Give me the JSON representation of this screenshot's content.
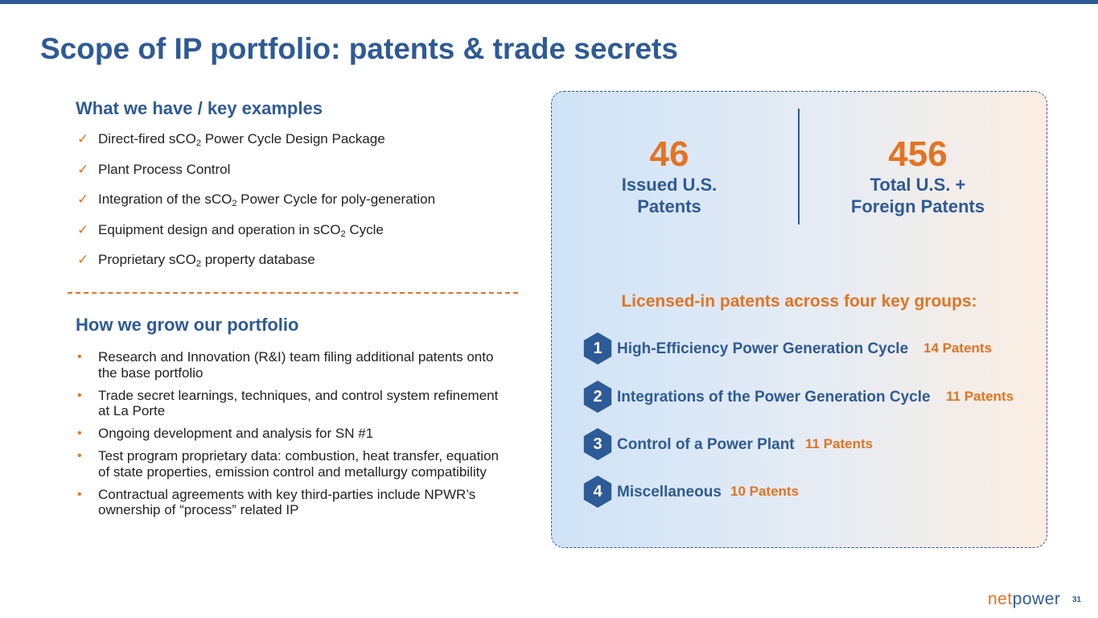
{
  "title": "Scope of IP portfolio: patents & trade secrets",
  "left": {
    "have_title": "What we have / key examples",
    "have_items": [
      {
        "pre": "Direct-fired sCO",
        "sub": "2",
        "post": " Power Cycle Design Package"
      },
      {
        "pre": "Plant Process Control",
        "sub": "",
        "post": ""
      },
      {
        "pre": "Integration of the sCO",
        "sub": "2",
        "post": " Power Cycle for poly-generation"
      },
      {
        "pre": "Equipment design and operation in sCO",
        "sub": "2",
        "post": " Cycle"
      },
      {
        "pre": "Proprietary sCO",
        "sub": "2",
        "post": " property database"
      }
    ],
    "check_glyph": "✓",
    "grow_title": "How we grow our portfolio",
    "bullet_glyph": "•",
    "grow_items": [
      "Research and Innovation (R&I) team filing additional patents onto the base portfolio",
      "Trade secret learnings, techniques, and control system refinement at La Porte",
      "Ongoing development and analysis for SN #1",
      "Test program proprietary data: combustion, heat transfer, equation of state properties, emission control and metallurgy compatibility",
      "Contractual agreements with key third-parties include NPWR’s ownership of “process” related IP"
    ]
  },
  "panel": {
    "stat1": {
      "value": "46",
      "label_line1": "Issued U.S.",
      "label_line2": "Patents"
    },
    "stat2": {
      "value": "456",
      "label_line1": "Total U.S. +",
      "label_line2": "Foreign Patents"
    },
    "licensed_title": "Licensed-in patents across four key groups:",
    "groups": [
      {
        "num": "1",
        "name": "High-Efficiency Power Generation Cycle",
        "count": "14 Patents"
      },
      {
        "num": "2",
        "name": "Integrations of the Power Generation Cycle",
        "count": "11 Patents"
      },
      {
        "num": "3",
        "name": "Control of a Power Plant",
        "count": "11 Patents"
      },
      {
        "num": "4",
        "name": "Miscellaneous",
        "count": "10 Patents"
      }
    ]
  },
  "footer": {
    "logo_net": "net",
    "logo_power": "power",
    "page_number": "31"
  },
  "colors": {
    "brand_blue": "#2e5a96",
    "accent_orange": "#e37322"
  }
}
